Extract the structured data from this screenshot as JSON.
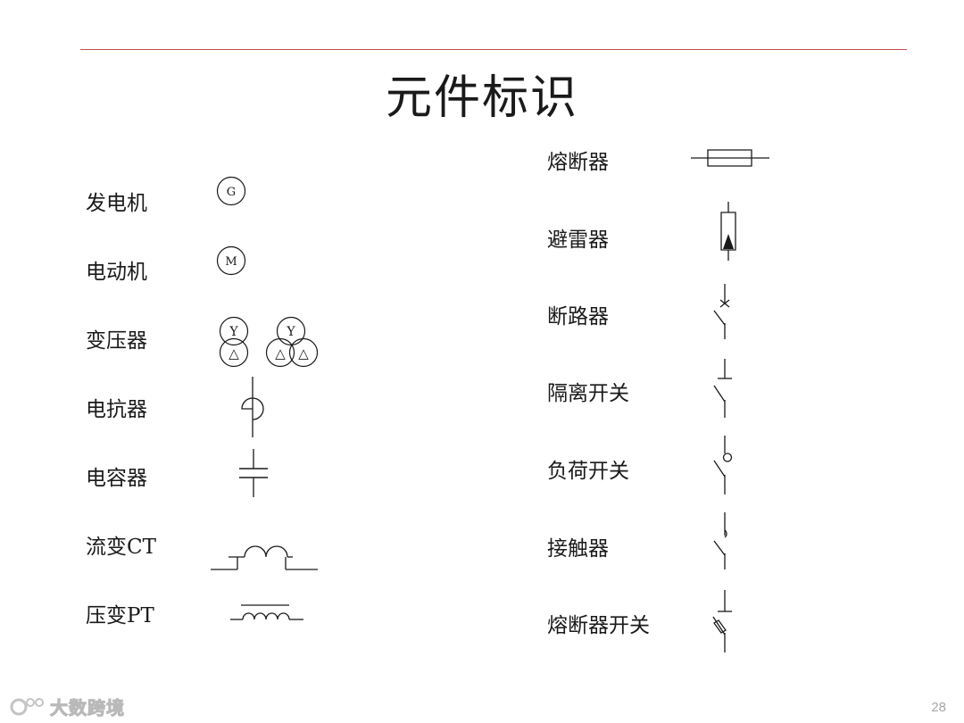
{
  "title": "元件标识",
  "left_column": [
    {
      "name": "发电机",
      "symbol_text": "G"
    },
    {
      "name": "电动机",
      "symbol_text": "M"
    },
    {
      "name": "变压器",
      "symbol_text": [
        "Y",
        "△",
        "Y",
        "△",
        "△"
      ]
    },
    {
      "name": "电抗器"
    },
    {
      "name": "电容器"
    },
    {
      "name": "流变CT"
    },
    {
      "name": "压变PT"
    }
  ],
  "right_column": [
    {
      "name": "熔断器"
    },
    {
      "name": "避雷器"
    },
    {
      "name": "断路器"
    },
    {
      "name": "隔离开关"
    },
    {
      "name": "负荷开关"
    },
    {
      "name": "接触器"
    },
    {
      "name": "熔断器开关"
    }
  ],
  "watermark": "大数跨境",
  "page_number": "28",
  "colors": {
    "rule": "#c0504d",
    "text": "#1a1a1a",
    "page_number": "#a6a6a6"
  }
}
